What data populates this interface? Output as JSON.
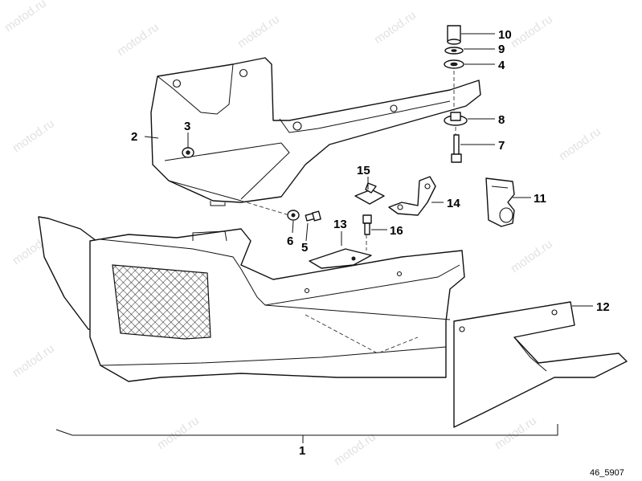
{
  "watermark": "motod.ru",
  "reference": "46_5907",
  "colors": {
    "line": "#111111",
    "watermark": "#c9c9c9",
    "background": "#ffffff"
  },
  "callouts": [
    "1",
    "2",
    "3",
    "4",
    "5",
    "6",
    "7",
    "8",
    "9",
    "10",
    "11",
    "12",
    "13",
    "14",
    "15",
    "16"
  ]
}
